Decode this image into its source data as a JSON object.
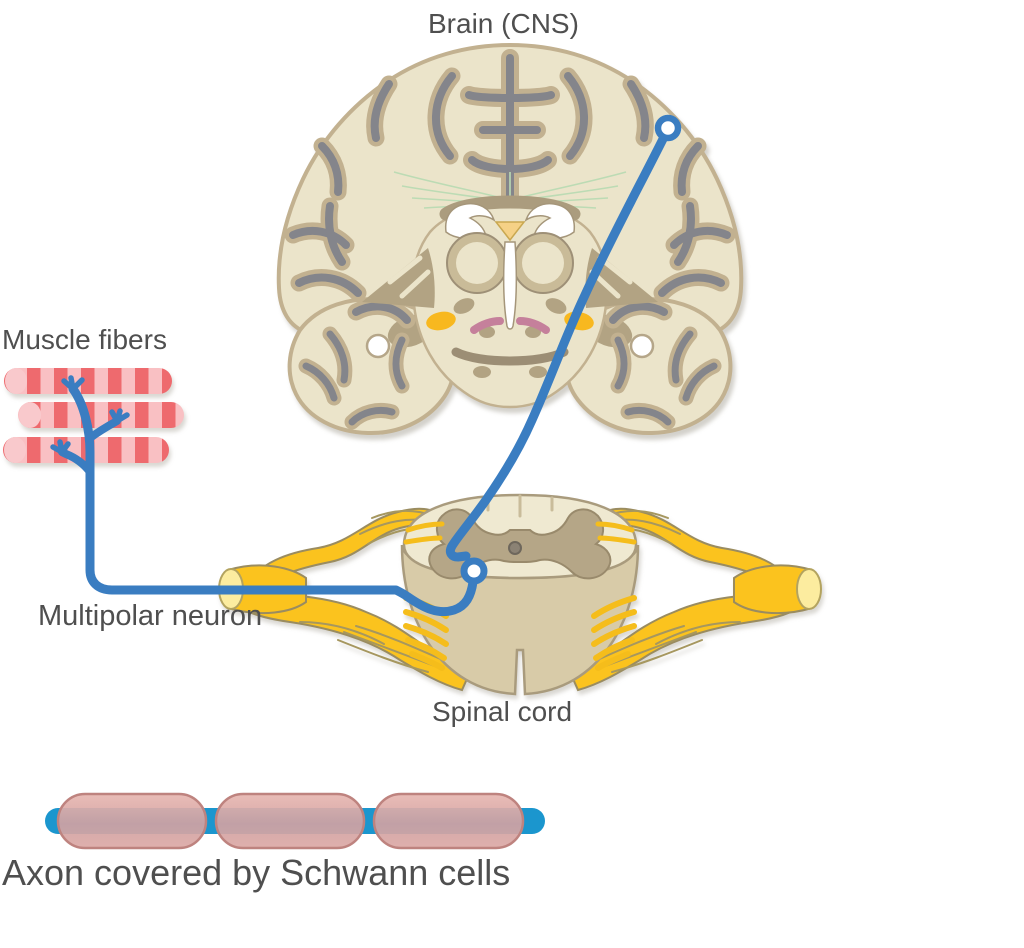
{
  "labels": {
    "brain": "Brain (CNS)",
    "muscle_fibers": "Muscle fibers",
    "multipolar_neuron": "Multipolar neuron",
    "spinal_cord": "Spinal cord",
    "axon_schwann": "Axon covered by Schwann cells"
  },
  "colors": {
    "neuron_blue": "#3A7DC1",
    "axon_cyan": "#1B96CE",
    "schwann_pink": "#DCA9A5",
    "schwann_border": "#BE837F",
    "nerve_yellow": "#FBC31E",
    "nerve_cut_end": "#FCEC9F",
    "muscle_red": "#EE6A6E",
    "muscle_pink": "#F9C0C3",
    "brain_cream": "#EBE4CA",
    "brain_tan": "#C2B190",
    "brain_inner_tan": "#B2A383",
    "sulcus_gray": "#84858B",
    "cord_cream": "#EFE9D1",
    "cord_body": "#D8CBA8",
    "highlight_orange": "#F8B81F",
    "pink_strip": "#C5809B",
    "fan_green": "#BCDBB4",
    "label_text": "#4F4F4F"
  }
}
